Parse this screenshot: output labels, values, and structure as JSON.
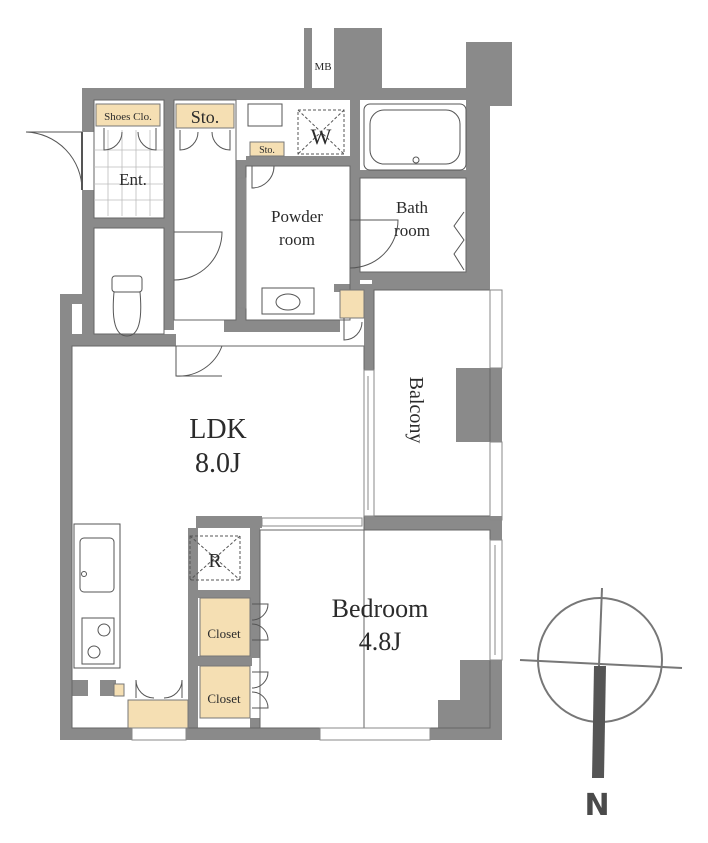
{
  "rooms": {
    "mb": "MB",
    "shoes_closet": "Shoes Clo.",
    "storage_main": "Sto.",
    "storage_small": "Sto.",
    "washer": "W",
    "entrance": "Ent.",
    "powder_line1": "Powder",
    "powder_line2": "room",
    "bath_line1": "Bath",
    "bath_line2": "room",
    "balcony": "Balcony",
    "ldk_name": "LDK",
    "ldk_size": "8.0J",
    "refrigerator": "R",
    "bedroom_name": "Bedroom",
    "bedroom_size": "4.8J",
    "closet_1": "Closet",
    "closet_2": "Closet"
  },
  "compass": {
    "label": "N"
  },
  "colors": {
    "wall": "#8a8a8a",
    "storage_fill": "#f5dfb3",
    "line": "#555555"
  }
}
